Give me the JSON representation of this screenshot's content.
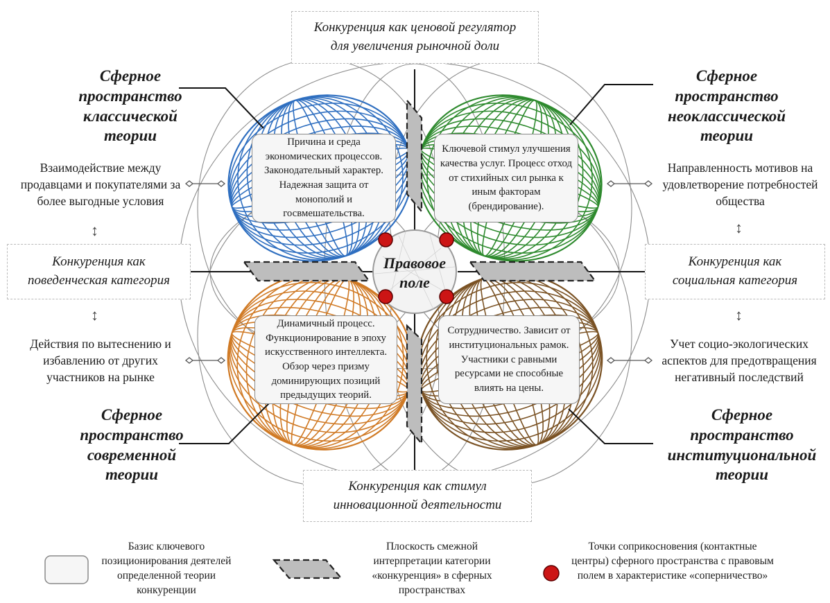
{
  "colors": {
    "classical": "#2f6fc0",
    "neoclassical": "#2e8a2e",
    "modern": "#d07a25",
    "institutional": "#7a5224",
    "contact_point": "#cc1515",
    "plane": "#bdbdbd",
    "box_fill": "#f6f6f6"
  },
  "center": {
    "label": "Правовое поле"
  },
  "top_box": {
    "text": "Конкуренция как ценовой регулятор для увеличения рыночной доли"
  },
  "bottom_box": {
    "text": "Конкуренция как стимул инновационной деятельности"
  },
  "left_box": {
    "text": "Конкуренция как поведенческая категория"
  },
  "right_box": {
    "text": "Конкуренция как социальная категория"
  },
  "spheres": {
    "classical": {
      "title": "Сферное пространство классической теории",
      "box_text": "Причина и среда экономических процессов. Законодательный характер. Надежная защита от монополий и госвмешательства."
    },
    "neoclassical": {
      "title": "Сферное пространство неоклассической теории",
      "box_text": "Ключевой стимул улучшения качества услуг. Процесс отход от стихийных сил рынка к иным факторам (брендирование)."
    },
    "modern": {
      "title": "Сферное пространство современной теории",
      "box_text": "Динамичный процесс. Функционирование в эпоху искусственного интеллекта. Обзор через призму доминирующих позиций предыдущих теорий."
    },
    "institutional": {
      "title": "Сферное пространство институциональной теории",
      "box_text": "Сотрудничество. Зависит от институциональных рамок. Участники с равными ресурсами не способные влиять на цены."
    }
  },
  "side_notes": {
    "left_top": "Взаимодействие между продавцами и покупателями за более выгодные условия",
    "left_bottom": "Действия по вытеснению и избавлению от других участников на рынке",
    "right_top": "Направленность мотивов на удовлетворение потребностей общества",
    "right_bottom": "Учет социо-экологических аспектов для предотвращения негативный последствий"
  },
  "legend": {
    "item1": "Базис ключевого позиционирования деятелей определенной теории конкуренции",
    "item2": "Плоскость смежной интерпретации категории «конкуренция» в сферных пространствах",
    "item3": "Точки соприкосновения (контактные центры) сферного пространства с правовым полем в характеристике «соперничество»"
  }
}
